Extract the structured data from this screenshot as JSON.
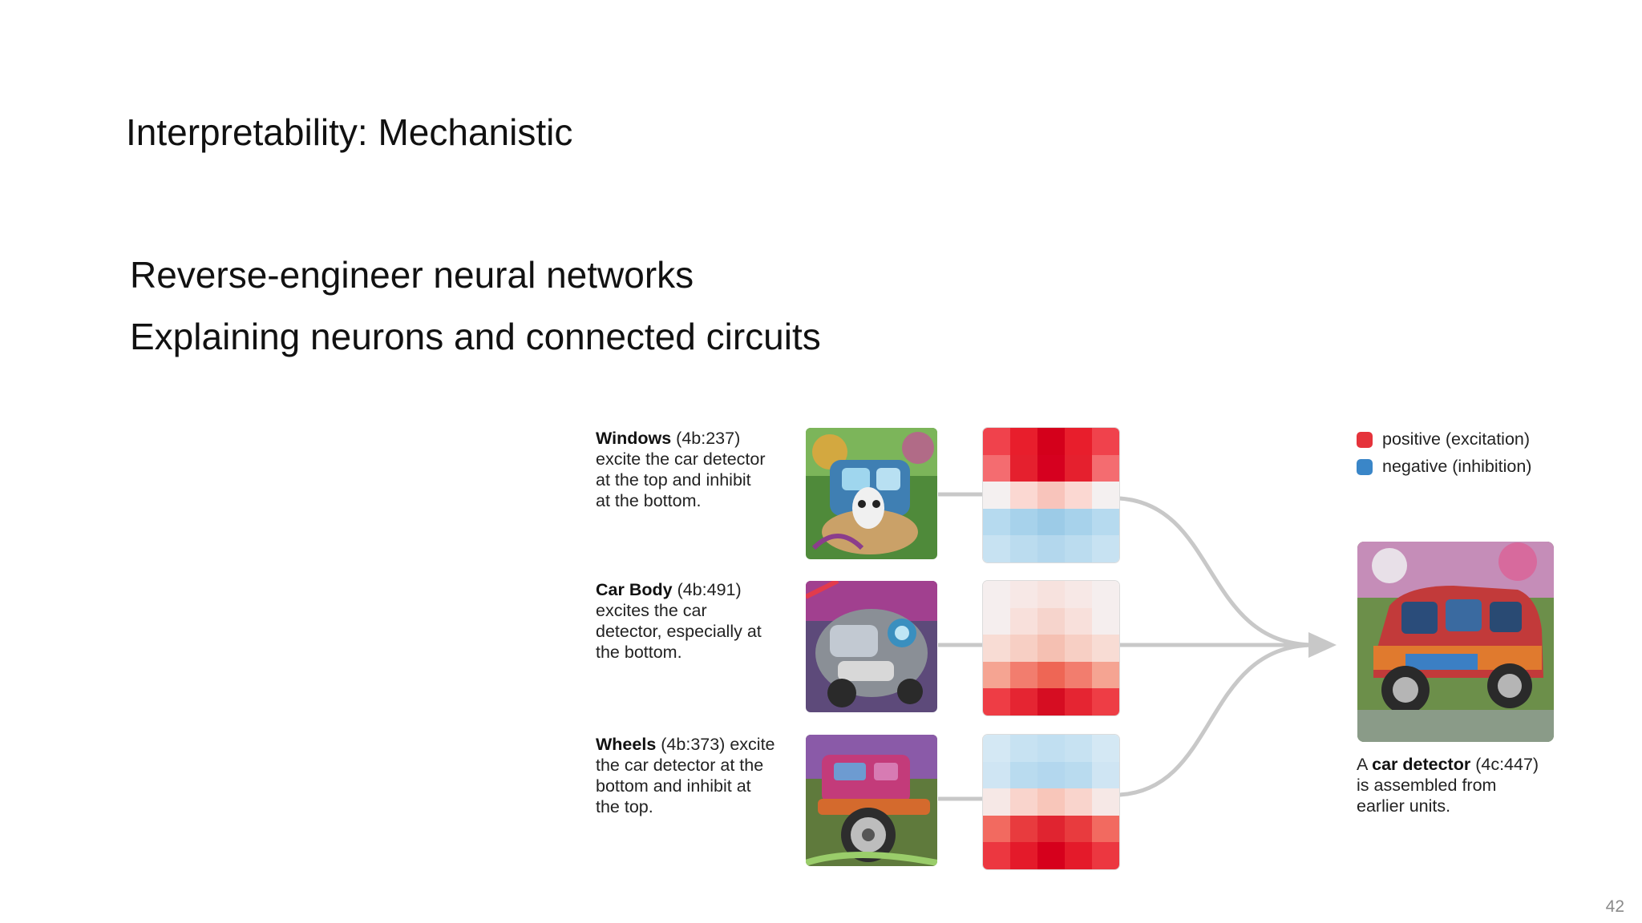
{
  "slide": {
    "title": "Interpretability: Mechanistic",
    "bullets": [
      "Reverse-engineer neural networks",
      "Explaining neurons and connected circuits"
    ],
    "page_number": "42"
  },
  "figure": {
    "units": [
      {
        "name": "Windows",
        "id": "(4b:237)",
        "lines": [
          "excite the car detector",
          "at the top and inhibit",
          "at the bottom."
        ]
      },
      {
        "name": "Car Body",
        "id": "(4b:491)",
        "lines": [
          "excites the car",
          "detector, especially at",
          "the bottom."
        ]
      },
      {
        "name": "Wheels",
        "id": "(4b:373)",
        "id_suffix": "excite",
        "lines": [
          "the car detector at the",
          "bottom and inhibit at",
          "the top."
        ]
      }
    ],
    "result": {
      "prefix": "A",
      "name": "car detector",
      "id": "(4c:447)",
      "lines": [
        "is assembled from",
        "earlier units."
      ]
    },
    "legend": [
      {
        "label": "positive (excitation)",
        "color": "#e5333b"
      },
      {
        "label": "negative (inhibition)",
        "color": "#3a86c8"
      }
    ],
    "heatmaps": [
      [
        [
          "#f0424c",
          "#e81e2c",
          "#d4001b",
          "#e81e2c",
          "#f0424c"
        ],
        [
          "#f46c70",
          "#e5202e",
          "#d6001f",
          "#e5202e",
          "#f46c70"
        ],
        [
          "#f4f0f0",
          "#fbd8d2",
          "#f8c4bb",
          "#fbd8d2",
          "#f4f0f0"
        ],
        [
          "#b6daef",
          "#a7d2eb",
          "#9ccbe7",
          "#a7d2eb",
          "#b6daef"
        ],
        [
          "#c7e2f2",
          "#bbdcef",
          "#b3d7ed",
          "#bbdcef",
          "#c7e2f2"
        ]
      ],
      [
        [
          "#f5eeee",
          "#f7e8e6",
          "#f7e2de",
          "#f7e8e6",
          "#f5eeee"
        ],
        [
          "#f5eeee",
          "#f8e0db",
          "#f6d4cc",
          "#f8e0db",
          "#f5eeee"
        ],
        [
          "#f8dcd4",
          "#f7cfc4",
          "#f5c0b2",
          "#f7cfc4",
          "#f8dcd4"
        ],
        [
          "#f5a492",
          "#f27d6e",
          "#ee6655",
          "#f27d6e",
          "#f5a492"
        ],
        [
          "#ee3d45",
          "#e52532",
          "#d60d22",
          "#e52532",
          "#ee3d45"
        ]
      ],
      [
        [
          "#d4e8f4",
          "#c7e2f2",
          "#c1dff1",
          "#c7e2f2",
          "#d4e8f4"
        ],
        [
          "#cfe5f3",
          "#b9dbef",
          "#b3d7ee",
          "#b9dbef",
          "#cfe5f3"
        ],
        [
          "#f6e8e6",
          "#f9d4cc",
          "#f8c6ba",
          "#f9d4cc",
          "#f6e8e6"
        ],
        [
          "#f26a60",
          "#e83b3e",
          "#e02430",
          "#e83b3e",
          "#f26a60"
        ],
        [
          "#ec3740",
          "#e41a2a",
          "#d6001c",
          "#e41a2a",
          "#ec3740"
        ]
      ]
    ]
  }
}
